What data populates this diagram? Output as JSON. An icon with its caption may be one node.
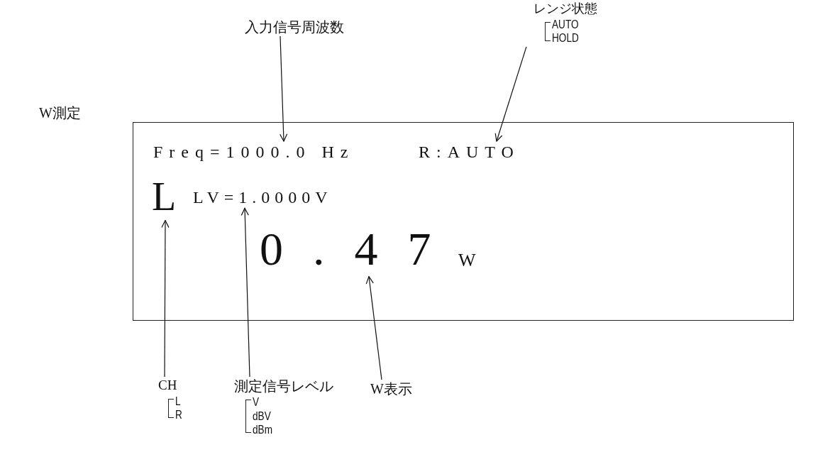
{
  "diagram": {
    "nodes": [
      {
        "text": [],
        "shape": "box"
      },
      {
        "text": [
          "Freq=1000.0 Hz"
        ],
        "in": 0
      },
      {
        "text": [
          "R:AUTO"
        ],
        "in": 0
      },
      {
        "text": [
          "L"
        ],
        "in": 0
      },
      {
        "text": [
          "LV=1.0000V"
        ],
        "in": 0
      },
      {
        "text": [
          "0.47"
        ],
        "in": 0
      },
      {
        "text": [
          "W"
        ],
        "in": 0
      },
      {
        "text": [
          "入力信号周波数"
        ]
      },
      {
        "text": [
          "レンジ状態",
          "AUTO",
          "HOLD"
        ]
      },
      {
        "text": [
          "CH",
          "L",
          "R"
        ]
      },
      {
        "text": [
          "測定信号レベル",
          "V",
          "dBV",
          "dBm"
        ]
      },
      {
        "text": [
          "W表示"
        ]
      }
    ],
    "edges": [
      {
        "from": 7,
        "to": 1,
        "arrow": "to"
      },
      {
        "from": 8,
        "to": 2,
        "arrow": "to"
      },
      {
        "from": 9,
        "to": 3,
        "arrow": "to"
      },
      {
        "from": 10,
        "to": 4,
        "arrow": "to"
      },
      {
        "from": 11,
        "to": 5,
        "arrow": "to"
      }
    ],
    "labels": [
      "W測定"
    ]
  }
}
